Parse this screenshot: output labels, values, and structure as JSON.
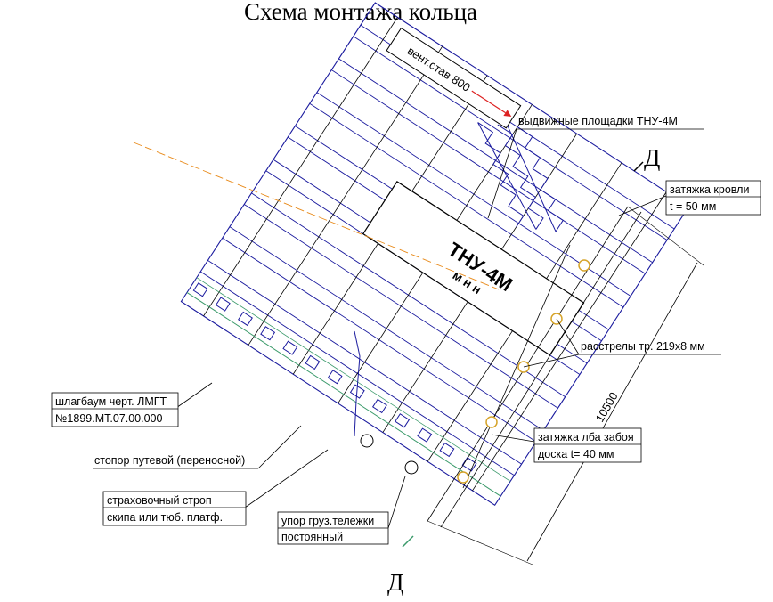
{
  "title": "Схема монтажа кольца",
  "section_marks": {
    "top": "Д",
    "bottom": "Д"
  },
  "drawing": {
    "bar_label": "вент.став  800",
    "device_name": "ТНУ-4М",
    "device_sub": "м н н",
    "dimension": "10500"
  },
  "callouts": {
    "platforms": "выдвижные площадки ТНУ-4М",
    "roof_tie": "затяжка кровли",
    "roof_tie_thickness": "t = 50 мм",
    "struts": "расстрелы тр.  219х8 мм",
    "face_tie": "затяжка лба забоя",
    "face_tie_board": "доска t= 40 мм",
    "barrier_name": "шлагбаум черт. ЛМГТ",
    "barrier_number": "№1899.МТ.07.00.000",
    "stopper": "стопор путевой (переносной)",
    "sling_1": "страховочный строп",
    "sling_2": "скипа или тюб. платф.",
    "cart_stop_1": "упор груз.тележки",
    "cart_stop_2": "постоянный"
  },
  "colors": {
    "ink": "#000000",
    "blue": "#1a1a9e",
    "orange": "#e88a1a",
    "green": "#3a9a6a",
    "gold": "#d6a42a"
  }
}
